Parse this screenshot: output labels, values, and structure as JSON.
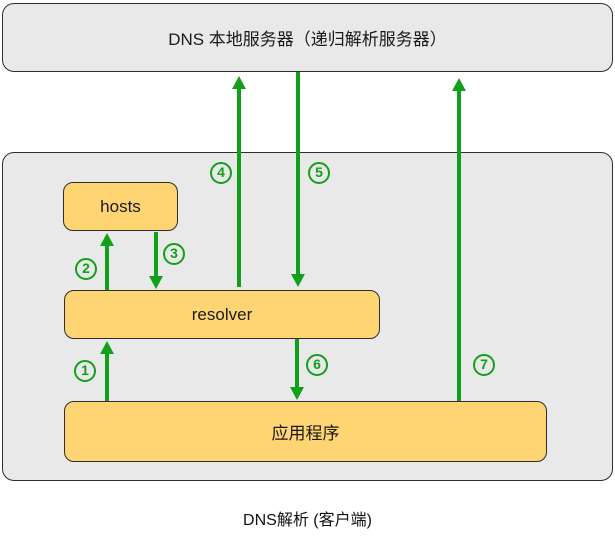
{
  "diagram": {
    "title_caption": "DNS解析 (客户端)",
    "server": {
      "label": "DNS 本地服务器（递归解析服务器）"
    },
    "nodes": {
      "hosts": "hosts",
      "resolver": "resolver",
      "app": "应用程序"
    },
    "steps": [
      "1",
      "2",
      "3",
      "4",
      "5",
      "6",
      "7"
    ],
    "arrows": [
      {
        "step": "1",
        "from": "app",
        "to": "resolver",
        "direction": "up"
      },
      {
        "step": "2",
        "from": "resolver",
        "to": "hosts",
        "direction": "up"
      },
      {
        "step": "3",
        "from": "hosts",
        "to": "resolver",
        "direction": "down"
      },
      {
        "step": "4",
        "from": "resolver",
        "to": "dns-local-server",
        "direction": "up"
      },
      {
        "step": "5",
        "from": "dns-local-server",
        "to": "resolver",
        "direction": "down"
      },
      {
        "step": "6",
        "from": "resolver",
        "to": "app",
        "direction": "down"
      },
      {
        "step": "7",
        "from": "app",
        "to": "dns-local-server",
        "direction": "up"
      }
    ],
    "colors": {
      "arrow_green": "#12a01a",
      "node_fill_orange": "#ffd573",
      "container_fill_gray": "#e9e9e9",
      "border_dark": "#2e2e2e",
      "background": "#ffffff"
    }
  }
}
